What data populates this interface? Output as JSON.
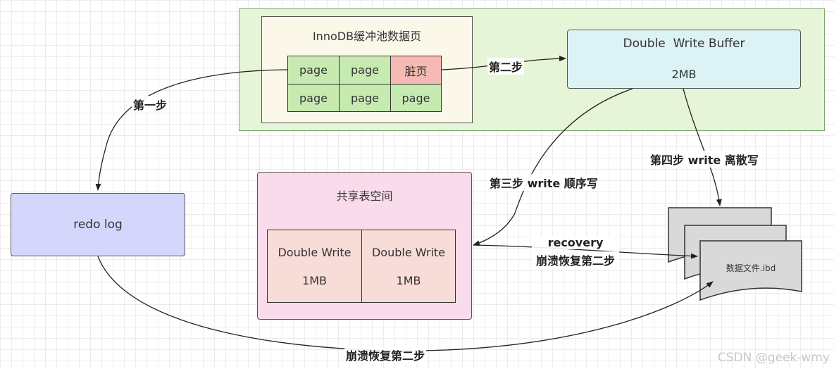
{
  "pool_title": "InnoDB缓冲池数据页",
  "pages": [
    "page",
    "page",
    "脏页",
    "page",
    "page",
    "page"
  ],
  "double_write_buffer": {
    "title": "Double  Write Buffer",
    "size": "2MB"
  },
  "redo_log": "redo log",
  "shared_tablespace": {
    "title": "共享表空间",
    "left": {
      "title": "Double Write",
      "size": "1MB"
    },
    "right": {
      "title": "Double Write",
      "size": "1MB"
    }
  },
  "data_file": "数据文件.ibd",
  "steps": {
    "step1": "第一步",
    "step2": "第二步",
    "step3": "第三步 write 顺序写",
    "step4": "第四步 write 离散写",
    "recovery_line1": "recovery",
    "recovery_line2": "崩溃恢复第二步",
    "crash_recovery": "崩溃恢复第二步"
  },
  "watermark": "CSDN @geek-wmy",
  "colors": {
    "outer_green": "#e6f4d7",
    "pool_bg": "#fbf8ea",
    "page_green": "#c7eab1",
    "dirty_page": "#f6b9b4",
    "dwb_bg": "#dcf2f4",
    "redo_bg": "#d4d7fb",
    "shared_bg": "#fadbec",
    "dw_cell_bg": "#f8dcd8",
    "file_bg": "#d9d9d9"
  }
}
